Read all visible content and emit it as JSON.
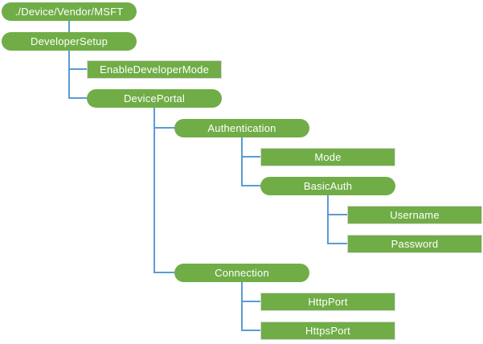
{
  "diagram": {
    "kind": "csp-tree",
    "nodes": [
      {
        "id": "root",
        "label": "./Device/Vendor/MSFT",
        "shape": "pill",
        "depth": 0
      },
      {
        "id": "developer-setup",
        "label": "DeveloperSetup",
        "shape": "pill",
        "depth": 0
      },
      {
        "id": "enable-developer-mode",
        "label": "EnableDeveloperMode",
        "shape": "rect",
        "depth": 1
      },
      {
        "id": "device-portal",
        "label": "DevicePortal",
        "shape": "pill",
        "depth": 1
      },
      {
        "id": "authentication",
        "label": "Authentication",
        "shape": "pill",
        "depth": 2
      },
      {
        "id": "mode",
        "label": "Mode",
        "shape": "rect",
        "depth": 3
      },
      {
        "id": "basic-auth",
        "label": "BasicAuth",
        "shape": "pill",
        "depth": 3
      },
      {
        "id": "username",
        "label": "Username",
        "shape": "rect",
        "depth": 4
      },
      {
        "id": "password",
        "label": "Password",
        "shape": "rect",
        "depth": 4
      },
      {
        "id": "connection",
        "label": "Connection",
        "shape": "pill",
        "depth": 2
      },
      {
        "id": "http-port",
        "label": "HttpPort",
        "shape": "rect",
        "depth": 3
      },
      {
        "id": "https-port",
        "label": "HttpsPort",
        "shape": "rect",
        "depth": 3
      }
    ],
    "colors": {
      "node_fill": "#70AD47",
      "node_text": "#FFFFFF",
      "leaf_border": "#D9D9D9",
      "connector": "#5B9BD5",
      "background": "#FFFFFF"
    }
  }
}
